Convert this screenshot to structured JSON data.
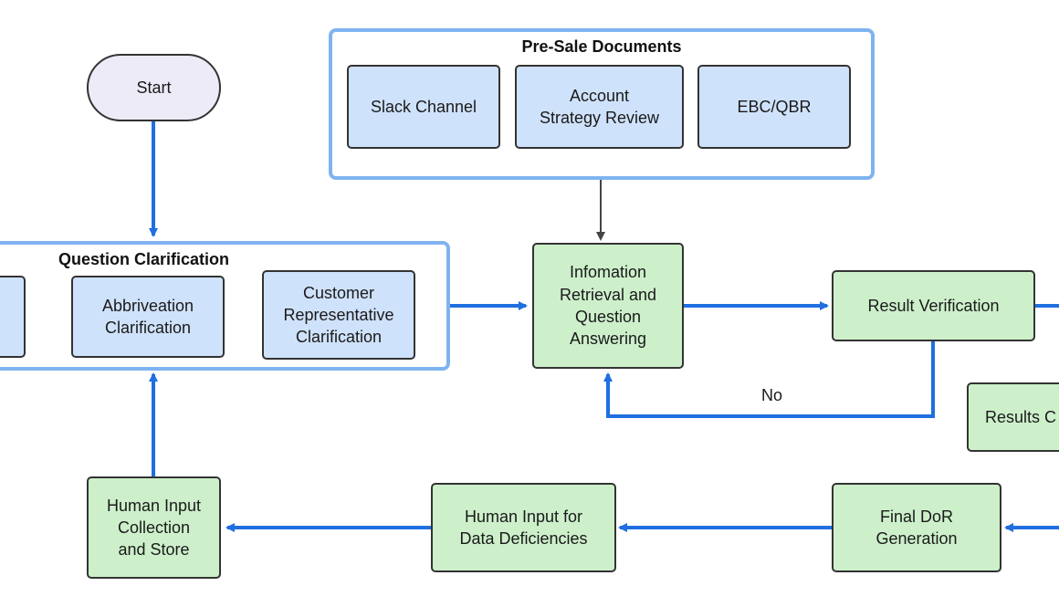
{
  "nodes": {
    "start": "Start",
    "presale_title": "Pre-Sale  Documents",
    "slack": "Slack Channel",
    "account": "Account\nStrategy Review",
    "ebc": "EBC/QBR",
    "qc_title": "Question Clarification",
    "abbr": "Abbriveation\nClarification",
    "customer": "Customer\nRepresentative\nClarification",
    "info": "Infomation\nRetrieval and\nQuestion\nAnswering",
    "verify": "Result Verification",
    "results": "Results C",
    "hic": "Human Input\nCollection\nand Store",
    "hidd": "Human Input for\nData Deficiencies",
    "final": "Final DoR\nGeneration"
  },
  "edges": {
    "no_label": "No"
  },
  "colors": {
    "group_border": "#7fb3f0",
    "blue_node": "#cfe2fb",
    "green_node": "#cdf0cb",
    "start_node": "#ecebf7",
    "arrow_blue": "#1f6fe0",
    "arrow_gray": "#444444"
  }
}
